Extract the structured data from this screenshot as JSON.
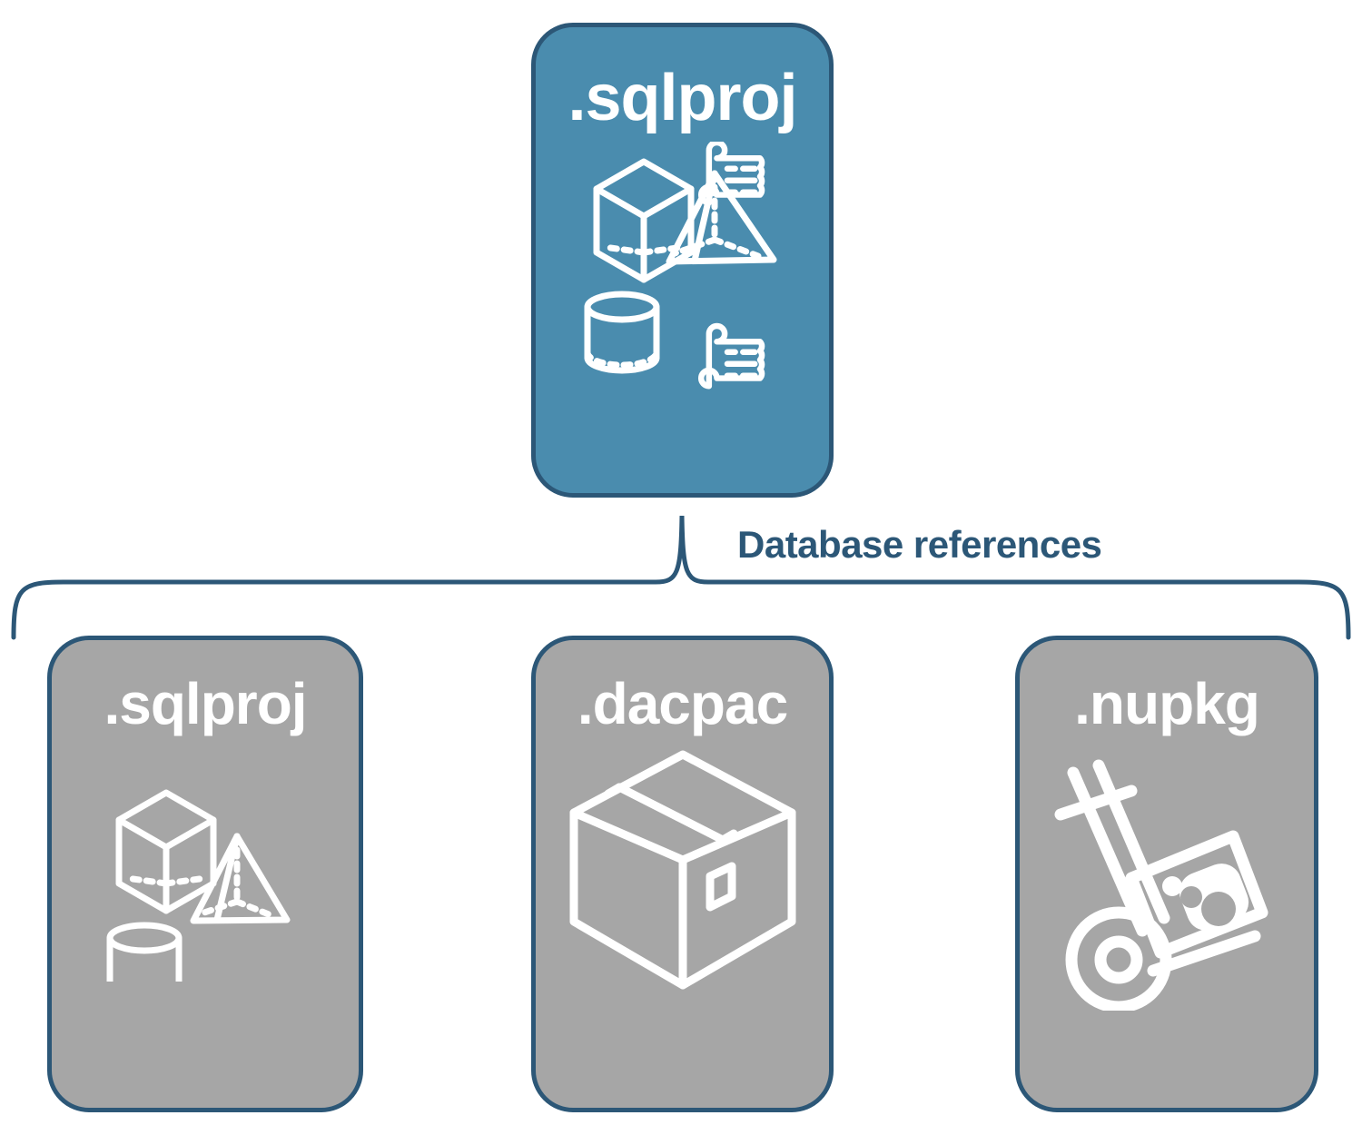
{
  "diagram": {
    "title_text": "Database references",
    "colors": {
      "primary_card_fill": "#4A8CAE",
      "secondary_card_fill": "#A6A6A6",
      "card_border": "#2C5777",
      "label_text": "#2C5777",
      "card_title_text": "#FFFFFF",
      "icon_stroke": "#FFFFFF",
      "background": "#FFFFFF"
    },
    "root": {
      "label": ".sqlproj",
      "icons": [
        "cube-icon",
        "pyramid-icon",
        "cylinder-icon",
        "script-scroll-icon",
        "script-scroll-icon"
      ]
    },
    "connector": {
      "type": "curly-brace",
      "label": "Database references"
    },
    "references": [
      {
        "label": ".sqlproj",
        "icons": [
          "cube-icon",
          "pyramid-icon",
          "cylinder-icon"
        ]
      },
      {
        "label": ".dacpac",
        "icons": [
          "package-box-icon"
        ]
      },
      {
        "label": ".nupkg",
        "icons": [
          "hand-truck-icon"
        ]
      }
    ]
  }
}
